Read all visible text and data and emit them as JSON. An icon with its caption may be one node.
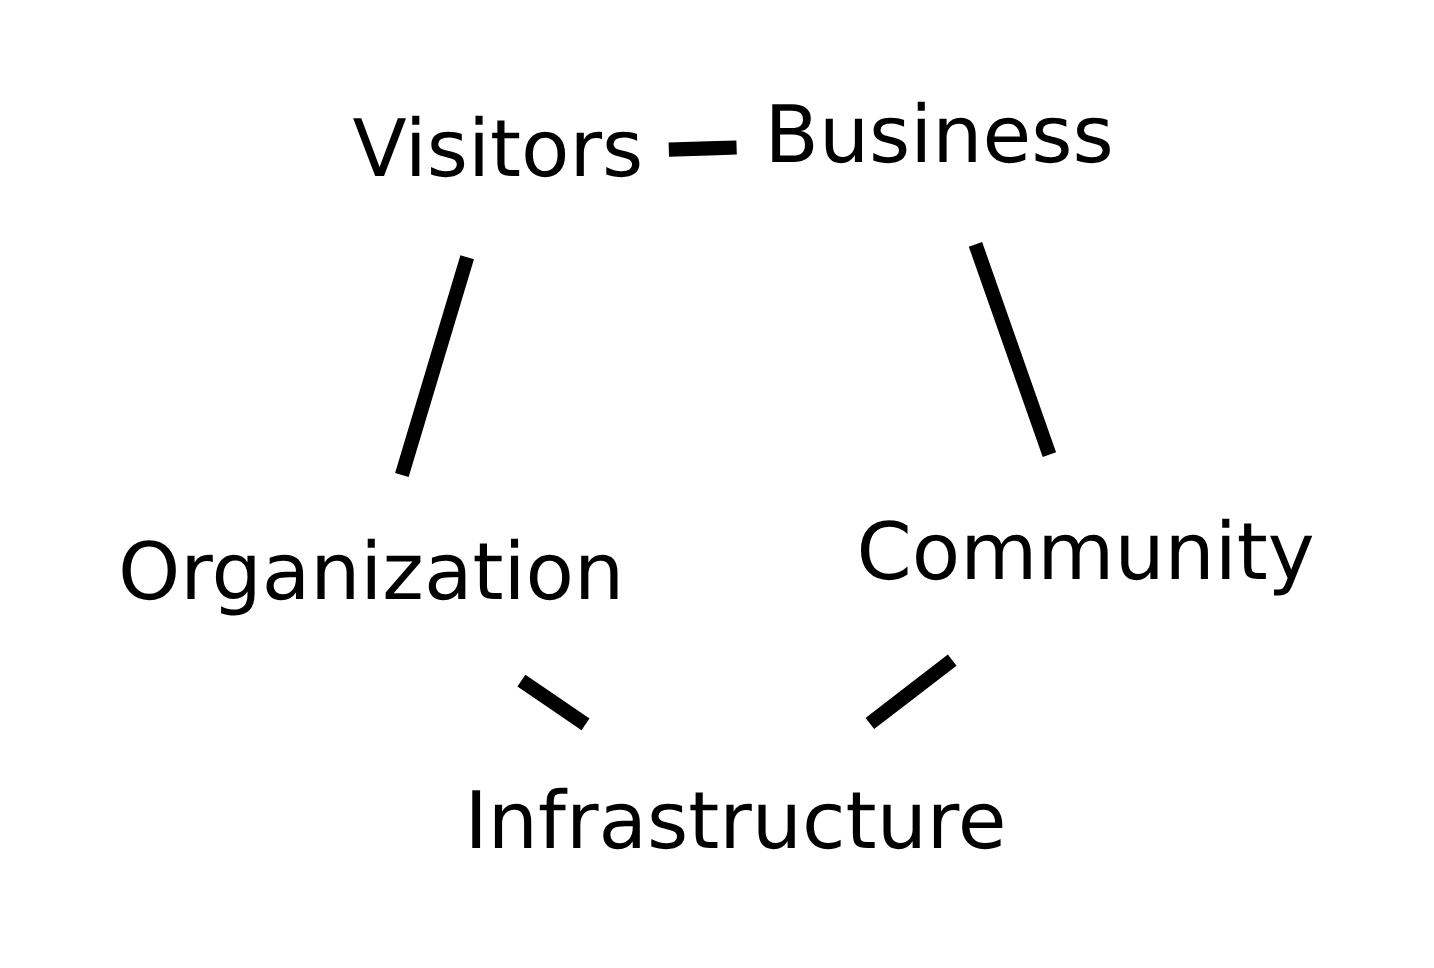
{
  "diagram": {
    "nodes": [
      {
        "text": [
          "Organization"
        ]
      },
      {
        "text": [
          "Visitors"
        ]
      },
      {
        "text": [
          "Infrastructure"
        ]
      },
      {
        "text": [
          "Business"
        ]
      },
      {
        "text": [
          "Community"
        ]
      }
    ],
    "edges": [
      {
        "from": 0,
        "to": 2,
        "arrow": "none"
      },
      {
        "from": 2,
        "to": 4,
        "arrow": "none"
      },
      {
        "from": 4,
        "to": 3,
        "arrow": "none"
      },
      {
        "from": 3,
        "to": 1,
        "arrow": "none"
      },
      {
        "from": 1,
        "to": 0,
        "arrow": "none"
      }
    ]
  }
}
